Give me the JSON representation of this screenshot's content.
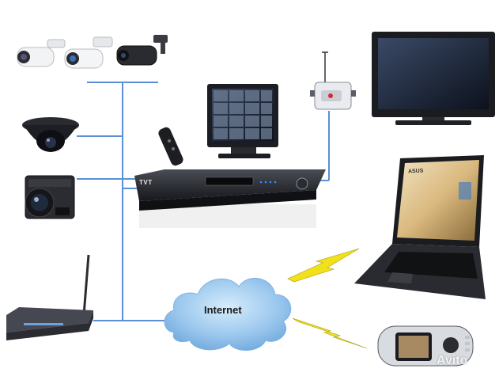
{
  "diagram": {
    "cloud_label": "Internet",
    "dvr_brand": "TVT",
    "laptop_brand": "ASUS",
    "watermark": "Avito",
    "colors": {
      "connector": "#5b8fd6",
      "cloud": "#9cc8ee",
      "lightning": "#f2e11a",
      "device_dark": "#1f1f23",
      "device_silver": "#d9dde2"
    }
  }
}
